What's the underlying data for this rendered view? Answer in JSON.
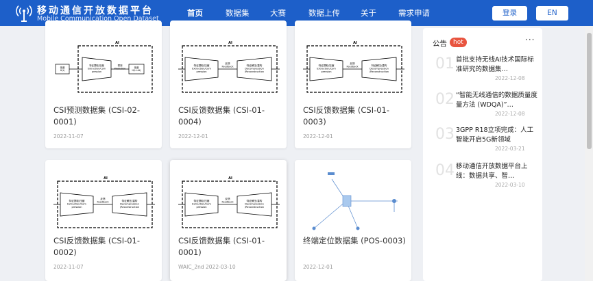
{
  "site": {
    "logo_cn": "移动通信开放数据平台",
    "logo_en": "Mobile Communication Open Dataset",
    "logo_icon": "signal-tower-icon"
  },
  "nav": [
    "首页",
    "数据集",
    "大赛",
    "数据上传",
    "关于",
    "需求申请"
  ],
  "actions": {
    "login": "登录",
    "lang": "EN"
  },
  "diagram": {
    "ai": "AI",
    "extract": [
      "特征提取/压缩",
      "Extraction/Com",
      "pression"
    ],
    "feedback": [
      "反馈",
      "Feedback"
    ],
    "decompress": [
      "特征解压/重构",
      "Decompression",
      "/Reconstruction"
    ],
    "predict": [
      "预测",
      "Prediction"
    ],
    "input": [
      "信道",
      "H(t)"
    ],
    "output": [
      "信道",
      "H(t+Δt)"
    ]
  },
  "cards": [
    {
      "title": "CSI预测数据集 (CSI-02-0001)",
      "date": "2022-11-07",
      "diagram": "prediction"
    },
    {
      "title": "CSI反馈数据集 (CSI-01-0004)",
      "date": "2022-12-01",
      "diagram": "feedback"
    },
    {
      "title": "CSI反馈数据集 (CSI-01-0003)",
      "date": "2022-12-01",
      "diagram": "feedback"
    },
    {
      "title": "CSI反馈数据集 (CSI-01-0002)",
      "date": "2022-11-07",
      "diagram": "feedback"
    },
    {
      "title": "CSI反馈数据集 (CSI-01-0001)",
      "date": "WAIC_2nd 2022-03-10",
      "diagram": "feedback"
    },
    {
      "title": "终端定位数据集 (POS-0003)",
      "date": "2022-12-01",
      "diagram": "positioning"
    }
  ],
  "notices": {
    "title": "公告",
    "badge": "hot",
    "more": "···",
    "items": [
      {
        "num": "01",
        "text": "首批支持无线AI技术国际标准研究的数据集…",
        "date": "2022-12-08"
      },
      {
        "num": "02",
        "text": "“智能无线通信的数据质量度量方法 (WDQA)”…",
        "date": "2022-12-08"
      },
      {
        "num": "03",
        "text": "3GPP R18立项完成：人工智能开启5G新领域",
        "date": "2022-03-21"
      },
      {
        "num": "04",
        "text": "移动通信开放数据平台上线：数据共享、智…",
        "date": "2022-03-10"
      }
    ]
  },
  "colors": {
    "header": "#1d5fc9",
    "hot": "#e8543f"
  }
}
